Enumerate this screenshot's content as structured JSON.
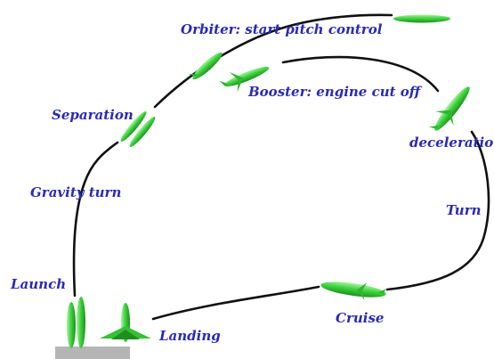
{
  "diagram": {
    "colors": {
      "background": "#ffffff",
      "trajectory": "#111111",
      "vehicle_fill": "#3fd43f",
      "vehicle_light": "#a8f5a0",
      "vehicle_dark": "#1e8f1e",
      "label_text": "#2a2ab8",
      "launch_pad": "#b5b5b5"
    },
    "labels": {
      "orbiter_pitch": "Orbiter: start pitch control",
      "booster_cutoff": "Booster: engine cut off",
      "separation": "Separation",
      "deceleration": "deceleration",
      "gravity_turn": "Gravity turn",
      "turn": "Turn",
      "launch": "Launch",
      "cruise": "Cruise",
      "landing": "Landing"
    },
    "vehicles": [
      "orbiter-cruise-icon",
      "orbiter-climb-icon",
      "booster-cutoff-icon",
      "separation-icon",
      "booster-deceleration-icon",
      "booster-cruise-icon",
      "launch-vehicle-icon",
      "landing-booster-icon"
    ]
  }
}
